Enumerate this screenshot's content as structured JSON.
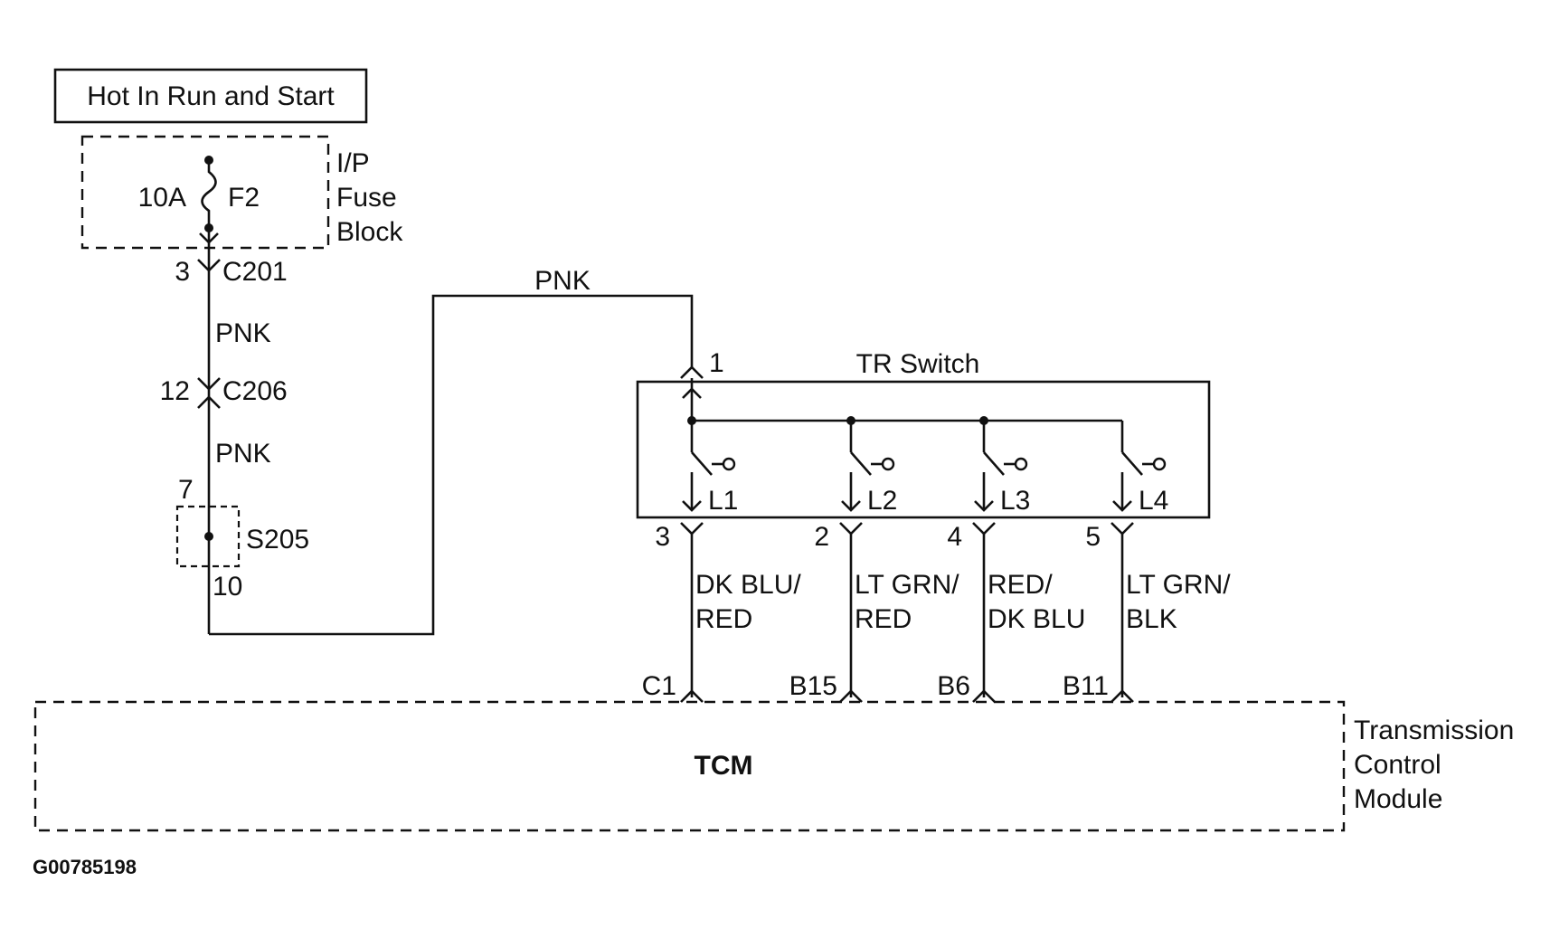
{
  "power": {
    "label": "Hot In Run and Start"
  },
  "fuse_block": {
    "label_line1": "I/P",
    "label_line2": "Fuse",
    "label_line3": "Block",
    "amperage": "10A",
    "fuse_id": "F2"
  },
  "connectors": {
    "c201": {
      "pin": "3",
      "name": "C201"
    },
    "c206": {
      "pin": "12",
      "name": "C206"
    }
  },
  "splice": {
    "pin_in": "7",
    "name": "S205",
    "pin_out": "10"
  },
  "wires": {
    "seg1": "PNK",
    "seg2": "PNK",
    "seg3": "PNK"
  },
  "tr_switch": {
    "title": "TR Switch",
    "input_pin": "1",
    "contacts": [
      {
        "name": "L1",
        "pin": "3",
        "wire_line1": "DK BLU/",
        "wire_line2": "RED",
        "tcm_pin": "C1"
      },
      {
        "name": "L2",
        "pin": "2",
        "wire_line1": "LT GRN/",
        "wire_line2": "RED",
        "tcm_pin": "B15"
      },
      {
        "name": "L3",
        "pin": "4",
        "wire_line1": "RED/",
        "wire_line2": "DK BLU",
        "tcm_pin": "B6"
      },
      {
        "name": "L4",
        "pin": "5",
        "wire_line1": "LT GRN/",
        "wire_line2": "BLK",
        "tcm_pin": "B11"
      }
    ]
  },
  "tcm": {
    "abbrev": "TCM",
    "label_line1": "Transmission",
    "label_line2": "Control",
    "label_line3": "Module"
  },
  "figure_id": "G00785198"
}
